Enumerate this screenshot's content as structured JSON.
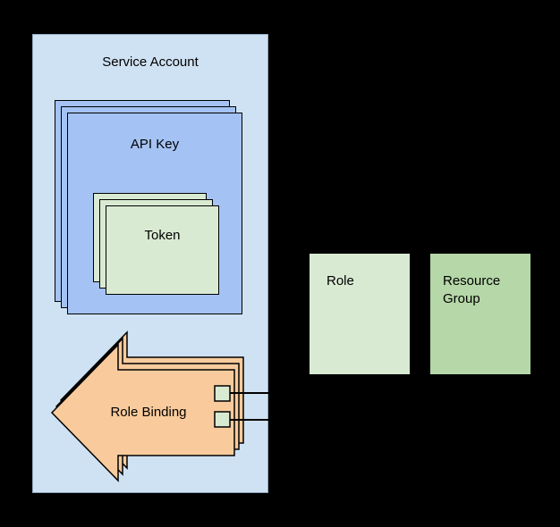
{
  "diagram": {
    "background": "#000000",
    "border_color": "#000000",
    "service_account": {
      "label": "Service Account",
      "fill": "#cfe2f3"
    },
    "api_key": {
      "label": "API Key",
      "fill": "#a4c2f4",
      "stack_count": 3
    },
    "token": {
      "label": "Token",
      "fill": "#d9ead3",
      "stack_count": 3
    },
    "role_binding": {
      "label": "Role Binding",
      "fill": "#f9cb9c",
      "stack_count": 3,
      "port_fill": "#d9ead3",
      "port_count": 2
    },
    "role": {
      "label": "Role",
      "fill": "#d9ead3"
    },
    "resource_group": {
      "label": "Resource Group",
      "fill": "#b6d7a8"
    },
    "connectors": [
      {
        "from": "role-binding-port-1",
        "to": "role"
      },
      {
        "from": "role-binding-port-2",
        "to": "resource-group"
      }
    ]
  }
}
